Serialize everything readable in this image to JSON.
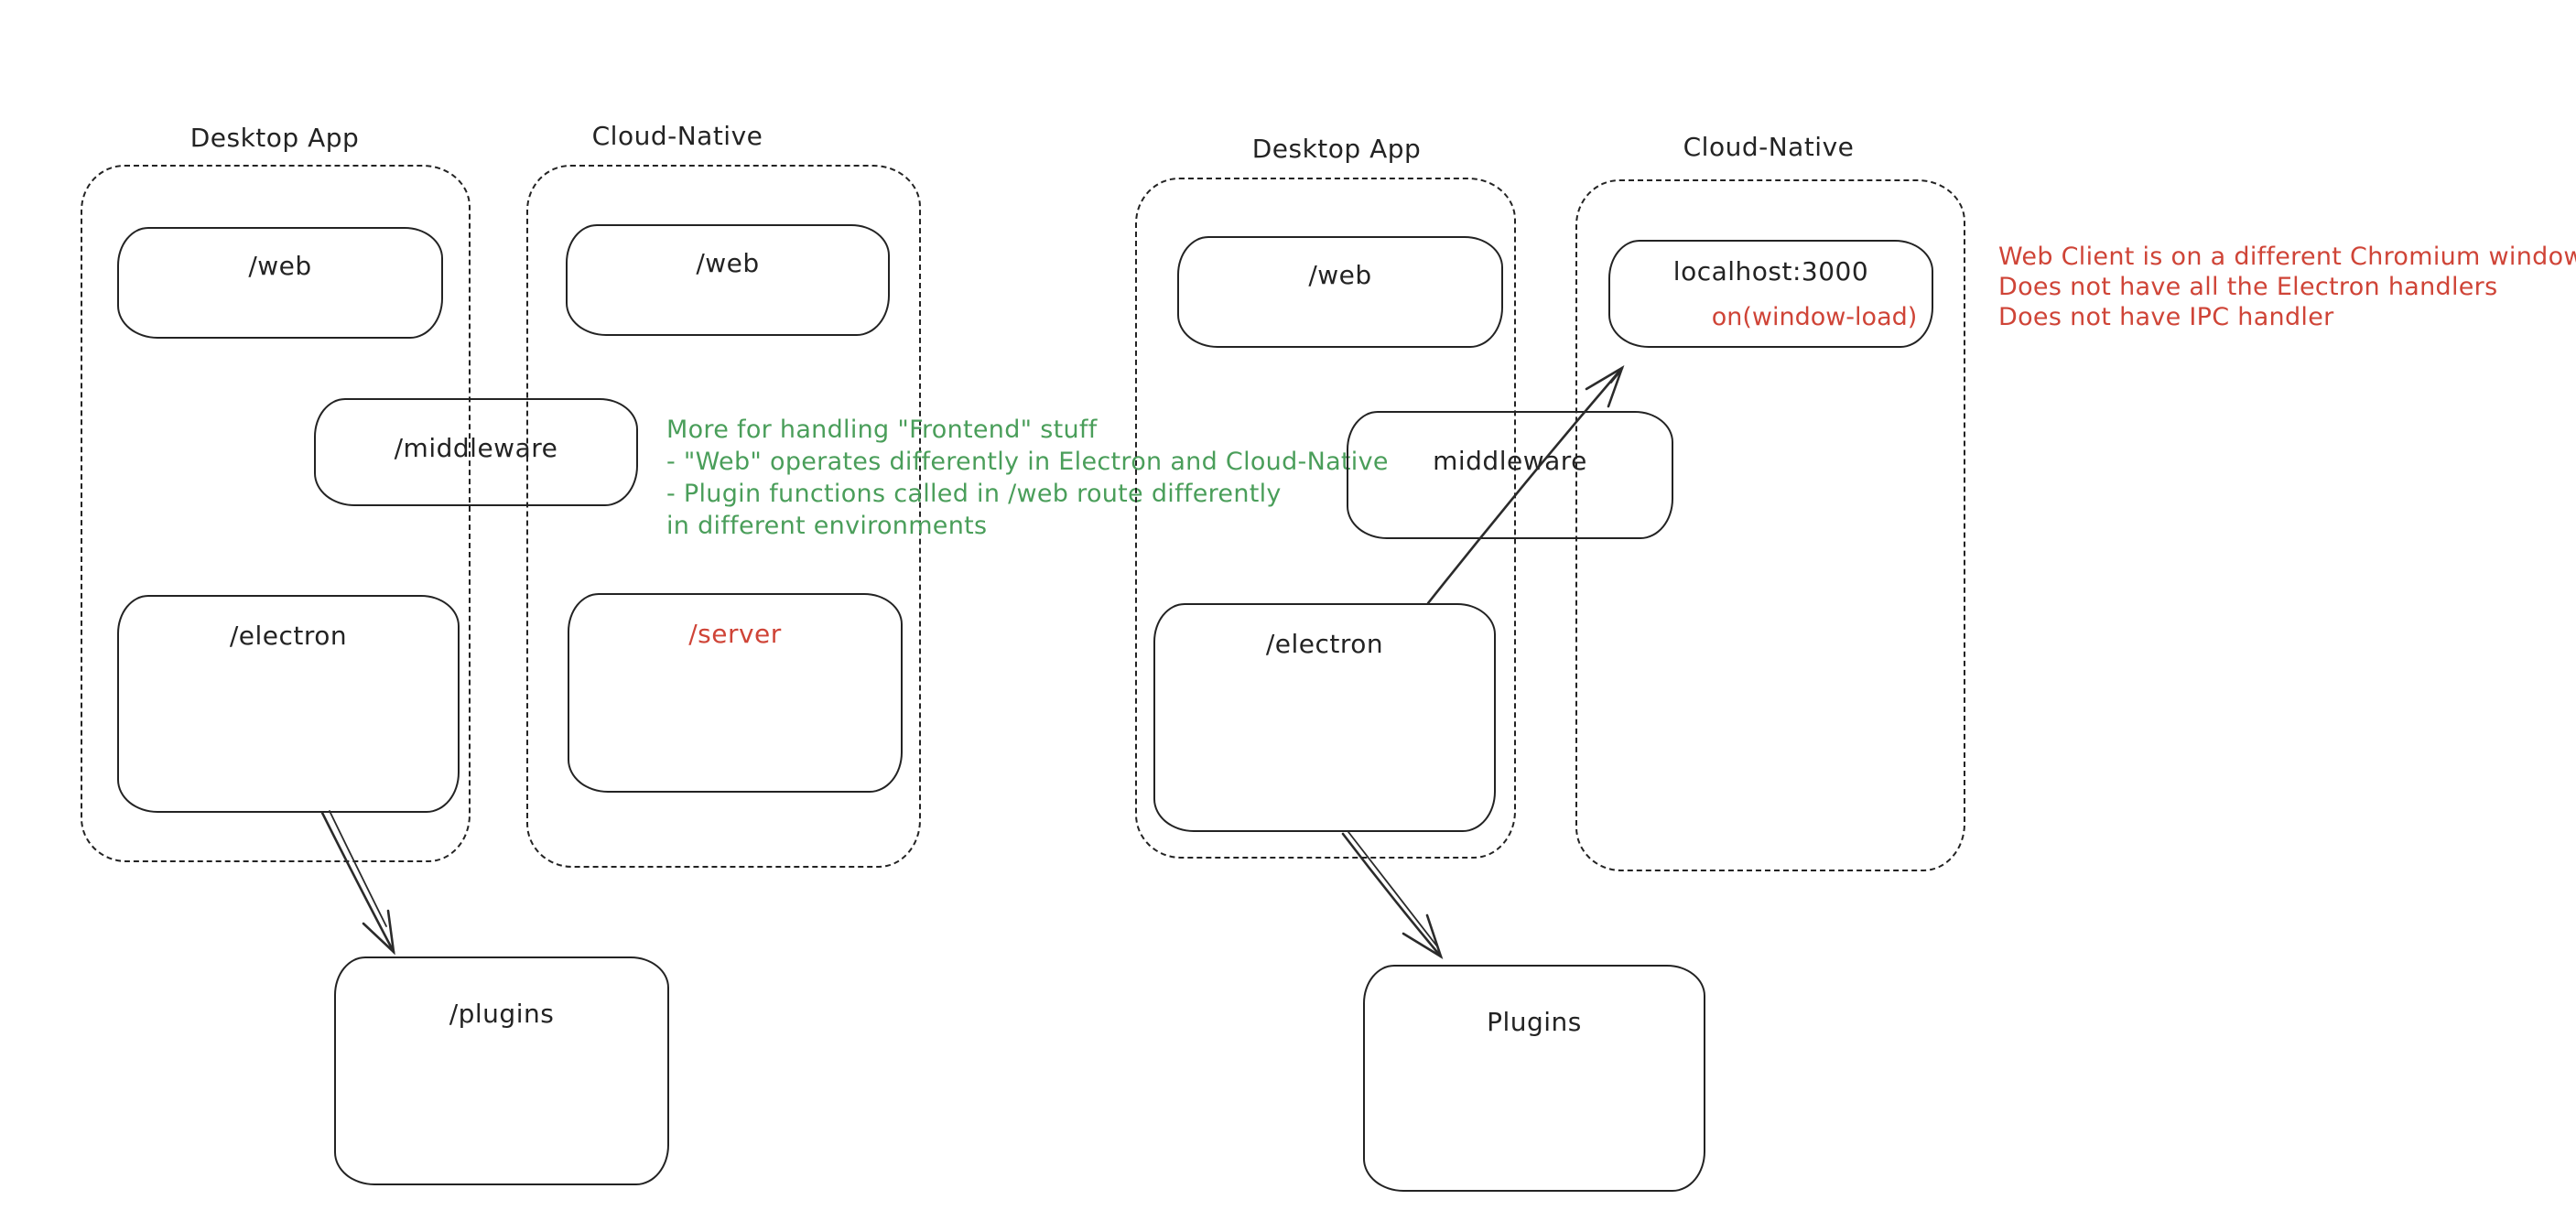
{
  "colors": {
    "stroke": "#232323",
    "green": "#4a9e5a",
    "red": "#cf4437",
    "background": "#ffffff"
  },
  "left_diagram": {
    "desktop_group": {
      "label": "Desktop App",
      "web_box": "/web",
      "electron_box": "/electron"
    },
    "cloud_group": {
      "label": "Cloud-Native",
      "web_box": "/web",
      "server_box": "/server"
    },
    "middleware_box": "/middleware",
    "plugins_box": "/plugins",
    "green_note": {
      "lines": [
        "More for handling \"Frontend\" stuff",
        "- \"Web\" operates differently in Electron and Cloud-Native",
        "- Plugin functions called in /web route differently",
        "in different environments"
      ]
    }
  },
  "right_diagram": {
    "desktop_group": {
      "label": "Desktop App",
      "web_box": "/web",
      "electron_box": "/electron"
    },
    "cloud_group": {
      "label": "Cloud-Native",
      "localhost_box": "localhost:3000",
      "localhost_sub": "on(window-load)"
    },
    "middleware_box": "middleware",
    "plugins_box": "Plugins",
    "red_note": {
      "lines": [
        "Web Client is on a different Chromium window",
        "Does not have all the Electron handlers",
        "Does not have IPC handler"
      ]
    }
  },
  "arrows": [
    {
      "from": "/electron (left desktop app)",
      "to": "/plugins"
    },
    {
      "from": "/electron (right desktop app)",
      "to": "localhost:3000",
      "through": "middleware"
    },
    {
      "from": "/electron (right desktop app)",
      "to": "Plugins"
    }
  ]
}
